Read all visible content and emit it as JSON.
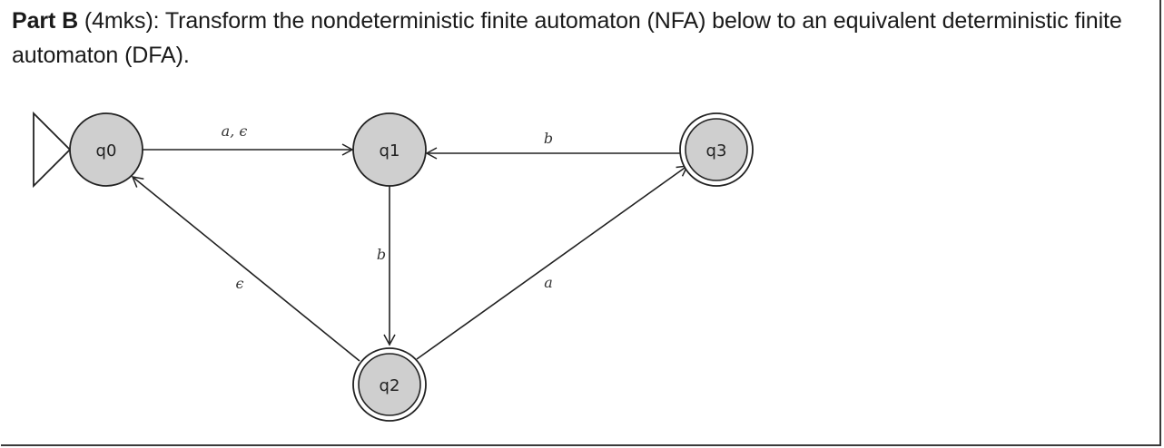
{
  "question": {
    "part": "Part B",
    "text": " (4mks): Transform the nondeterministic finite automaton (NFA) below to an equivalent deterministic finite automaton (DFA)."
  },
  "automaton": {
    "states": [
      {
        "id": "q0",
        "label": "q0",
        "initial": true,
        "accepting": false
      },
      {
        "id": "q1",
        "label": "q1",
        "initial": false,
        "accepting": false
      },
      {
        "id": "q2",
        "label": "q2",
        "initial": false,
        "accepting": true
      },
      {
        "id": "q3",
        "label": "q3",
        "initial": false,
        "accepting": true
      }
    ],
    "transitions": [
      {
        "from": "q0",
        "to": "q1",
        "label": "a, ϵ"
      },
      {
        "from": "q3",
        "to": "q1",
        "label": "b"
      },
      {
        "from": "q1",
        "to": "q2",
        "label": "b"
      },
      {
        "from": "q2",
        "to": "q0",
        "label": "ϵ"
      },
      {
        "from": "q2",
        "to": "q3",
        "label": "a"
      }
    ],
    "state_fill": "#cfcfcf",
    "stroke_color": "#222222"
  }
}
